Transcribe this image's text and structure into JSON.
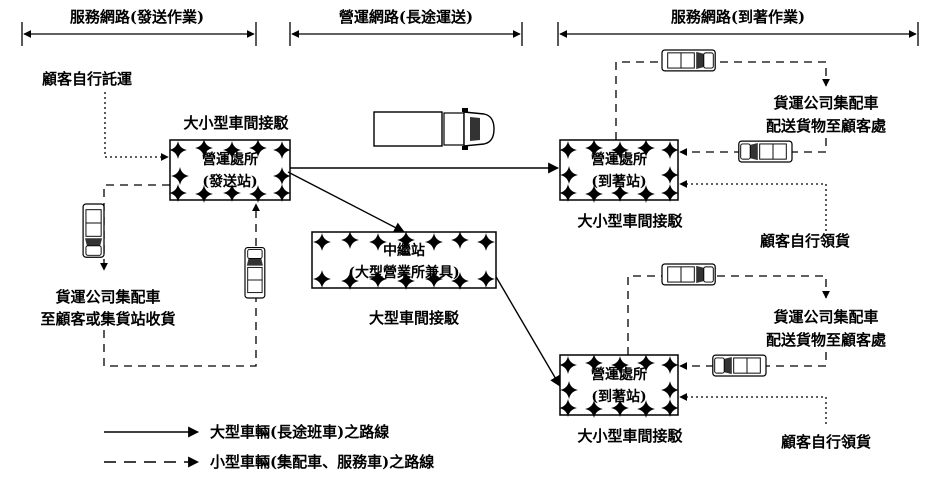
{
  "header": {
    "left": "服務網路(發送作業)",
    "middle": "營運網路(長途運送)",
    "right": "服務網路(到著作業)"
  },
  "left_side": {
    "self_ship": "顧客自行託運",
    "transfer_label": "大小型車間接駁",
    "box_line1": "營運處所",
    "box_line2": "(發送站)",
    "pickup_line1": "貨運公司集配車",
    "pickup_line2": "至顧客或集貨站收貨"
  },
  "center": {
    "box_line1": "中繼站",
    "box_line2": "(大型營業所兼具)",
    "transfer_label": "大型車間接駁"
  },
  "right_upper": {
    "box_line1": "營運處所",
    "box_line2": "(到著站)",
    "transfer_label": "大小型車間接駁",
    "delivery_line1": "貨運公司集配車",
    "delivery_line2": "配送貨物至顧客處",
    "self_pickup": "顧客自行領貨"
  },
  "right_lower": {
    "box_line1": "營運處所",
    "box_line2": "(到著站)",
    "transfer_label": "大小型車間接駁",
    "delivery_line1": "貨運公司集配車",
    "delivery_line2": "配送貨物至顧客處",
    "self_pickup": "顧客自行領貨"
  },
  "legend": {
    "solid": "大型車輛(長途班車)之路線",
    "dashed": "小型車輛(集配車、服務車)之路線"
  }
}
